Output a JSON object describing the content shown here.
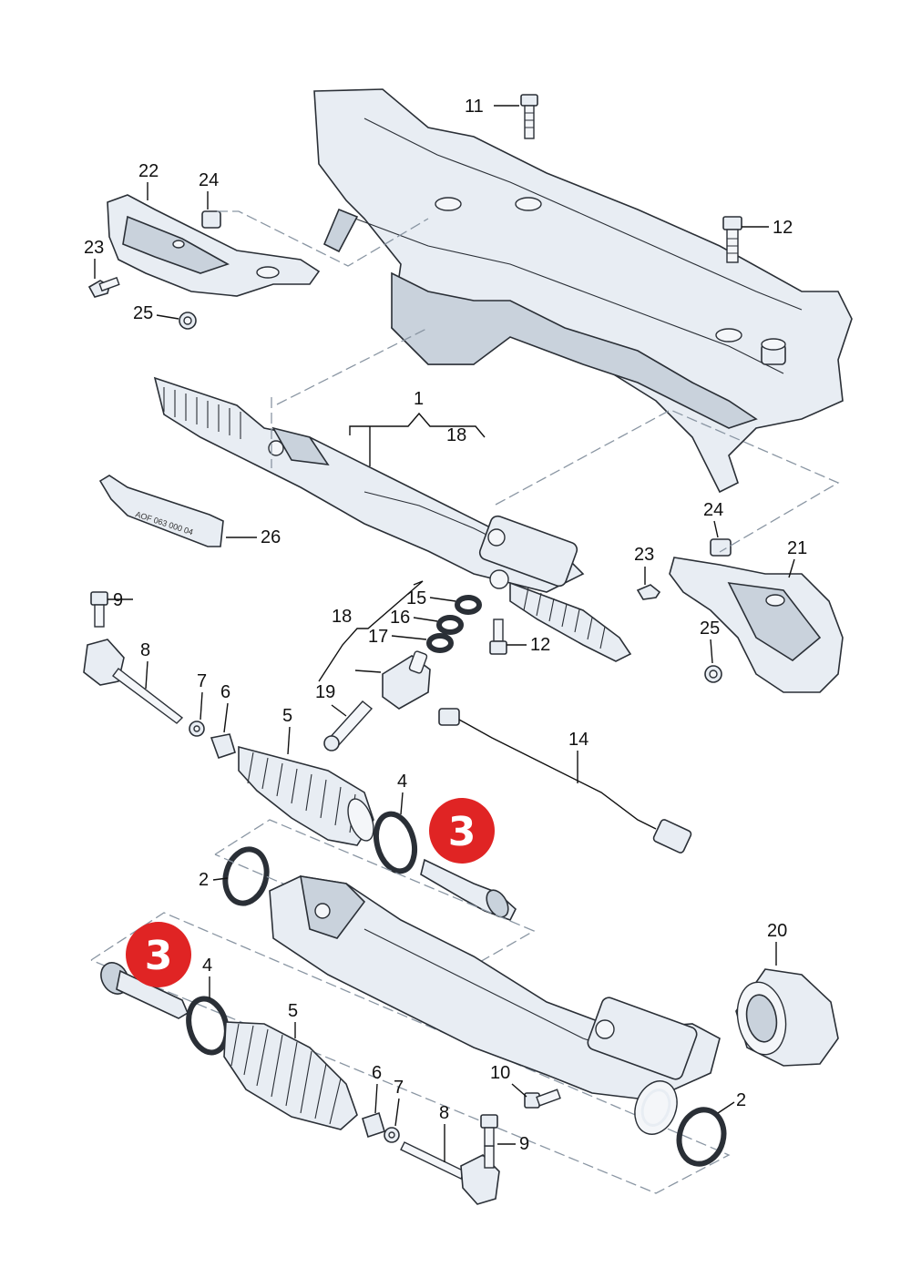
{
  "callouts": {
    "c1": "1",
    "c2a": "2",
    "c2b": "2",
    "c4a": "4",
    "c4b": "4",
    "c5a": "5",
    "c5b": "5",
    "c6a": "6",
    "c6b": "6",
    "c7a": "7",
    "c7b": "7",
    "c8a": "8",
    "c8b": "8",
    "c9a": "9",
    "c9b": "9",
    "c10": "10",
    "c11": "11",
    "c12a": "12",
    "c12b": "12",
    "c14": "14",
    "c15": "15",
    "c16": "16",
    "c17": "17",
    "c18a": "18",
    "c18b": "18",
    "c19": "19",
    "c20": "20",
    "c21": "21",
    "c22": "22",
    "c23a": "23",
    "c23b": "23",
    "c24a": "24",
    "c24b": "24",
    "c25a": "25",
    "c25b": "25",
    "c26": "26"
  },
  "badges": {
    "b1": "3",
    "b2": "3"
  },
  "tube_label": "AOF 063 000 04",
  "colors": {
    "badge": "#e02424",
    "part_fill": "#e8edf3",
    "outline": "#2a2f36",
    "leader": "#8a96a3"
  }
}
